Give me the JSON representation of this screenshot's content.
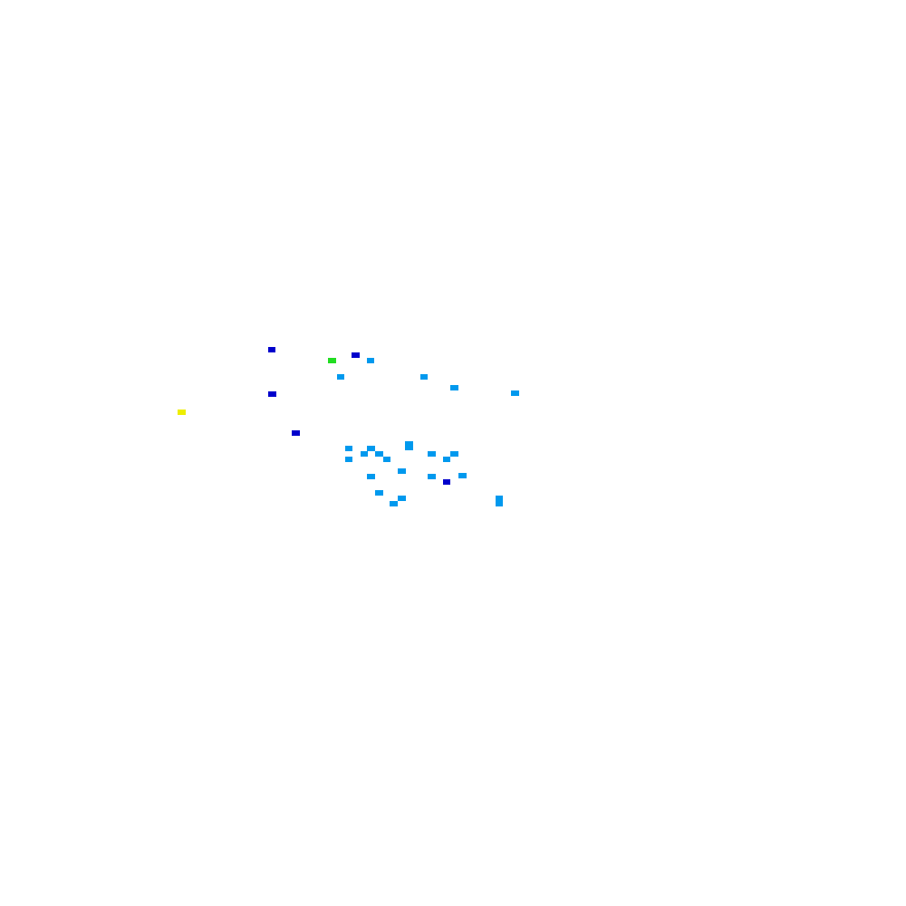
{
  "palette": {
    "background": "#ffffff",
    "deep_blue": "#0000cc",
    "light_blue": "#0099ee",
    "green": "#22dd22",
    "yellow": "#eeee00"
  },
  "marks": [
    {
      "color": "deep_blue"
    },
    {
      "color": "deep_blue"
    },
    {
      "color": "green"
    },
    {
      "color": "light_blue"
    },
    {
      "color": "light_blue"
    },
    {
      "color": "light_blue"
    },
    {
      "color": "light_blue"
    },
    {
      "color": "deep_blue"
    },
    {
      "color": "light_blue"
    },
    {
      "color": "yellow"
    },
    {
      "color": "deep_blue"
    },
    {
      "color": "light_blue"
    },
    {
      "color": "light_blue"
    },
    {
      "color": "light_blue"
    },
    {
      "color": "light_blue"
    },
    {
      "color": "light_blue"
    },
    {
      "color": "light_blue"
    },
    {
      "color": "light_blue"
    },
    {
      "color": "light_blue"
    },
    {
      "color": "light_blue"
    },
    {
      "color": "light_blue"
    },
    {
      "color": "light_blue"
    },
    {
      "color": "light_blue"
    },
    {
      "color": "light_blue"
    },
    {
      "color": "light_blue"
    },
    {
      "color": "deep_blue"
    },
    {
      "color": "light_blue"
    },
    {
      "color": "light_blue"
    },
    {
      "color": "light_blue"
    },
    {
      "color": "light_blue"
    }
  ]
}
